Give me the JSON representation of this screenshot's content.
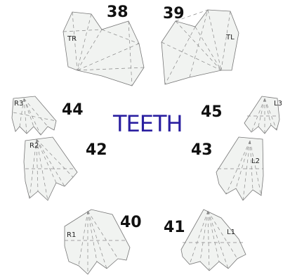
{
  "title": "TEETH",
  "accent_color": "#2a1fa0",
  "pieces": [
    {
      "id": "TR",
      "number": "38"
    },
    {
      "id": "TL",
      "number": "39"
    },
    {
      "id": "R3",
      "number": "44"
    },
    {
      "id": "L3",
      "number": "45"
    },
    {
      "id": "R2",
      "number": "42"
    },
    {
      "id": "L2",
      "number": "43"
    },
    {
      "id": "R1",
      "number": "40"
    },
    {
      "id": "L1",
      "number": "41"
    }
  ]
}
